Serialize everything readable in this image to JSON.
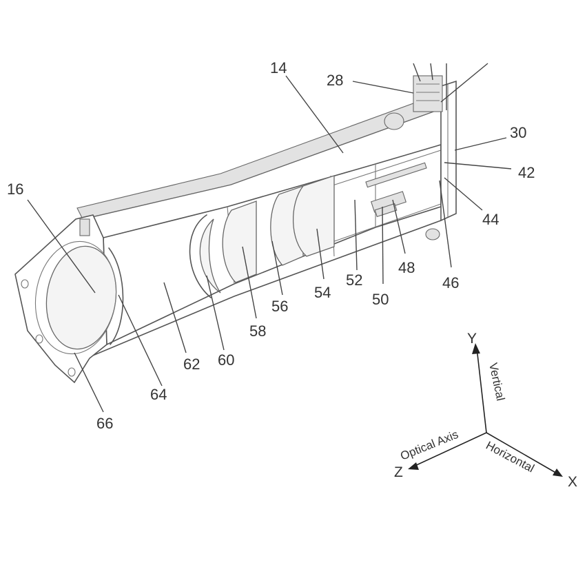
{
  "reference_numerals": {
    "n14": "14",
    "n16": "16",
    "n28": "28",
    "n30": "30",
    "n42": "42",
    "n44": "44",
    "n46": "46",
    "n48": "48",
    "n50": "50",
    "n52": "52",
    "n54": "54",
    "n56": "56",
    "n58": "58",
    "n60": "60",
    "n62": "62",
    "n64": "64",
    "n66": "66"
  },
  "axes": {
    "y_letter": "Y",
    "y_label": "Vertical",
    "z_letter": "Z",
    "z_label": "Optical Axis",
    "x_letter": "X",
    "x_label": "Horizontal"
  }
}
